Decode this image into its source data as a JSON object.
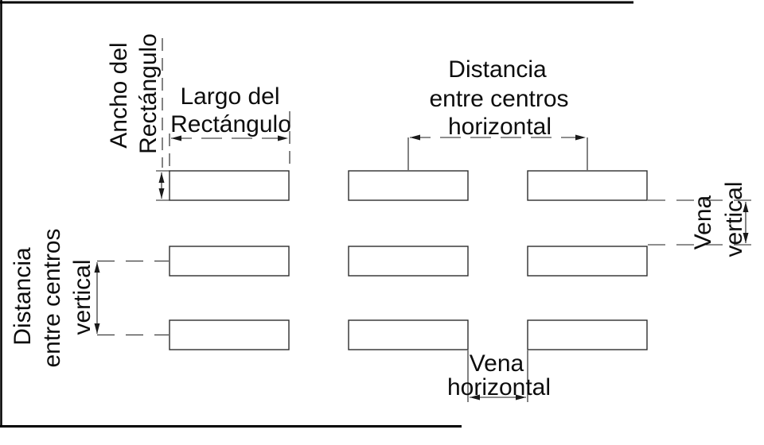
{
  "figure": {
    "type": "technical-dimension-diagram",
    "grid_rows": 3,
    "grid_columns": 3,
    "colors": {
      "background": "#ffffff",
      "line": "#1c1c1c",
      "text": "#0d0d0d"
    }
  },
  "labels": {
    "ancho_rectangulo": {
      "line1": "Ancho del",
      "line2": "Rectángulo"
    },
    "largo_rectangulo": {
      "line1": "Largo del",
      "line2": "Rectángulo"
    },
    "distancia_centros_horizontal": {
      "line1": "Distancia",
      "line2": "entre centros",
      "line3": "horizontal"
    },
    "distancia_centros_vertical": {
      "line1": "Distancia",
      "line2": "entre centros",
      "line3": "vertical"
    },
    "vena_vertical": {
      "line1": "Vena",
      "line2": "vertical"
    },
    "vena_horizontal": {
      "line1": "Vena",
      "line2": "horizontal"
    }
  }
}
